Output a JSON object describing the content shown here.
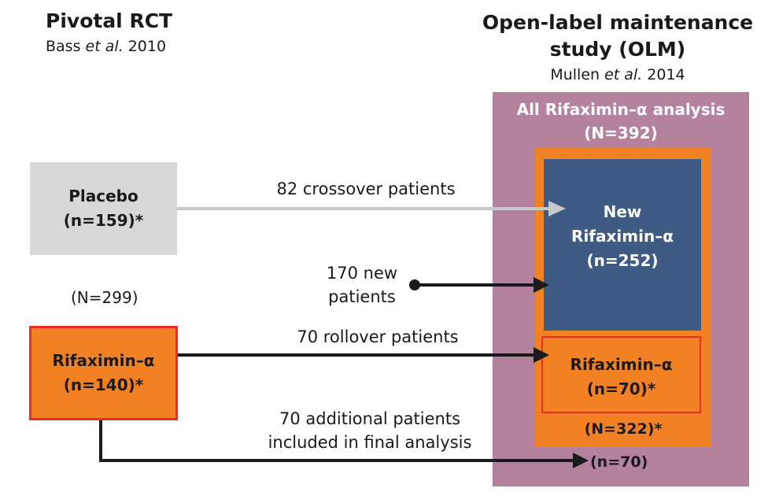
{
  "left_header": {
    "title": "Pivotal RCT",
    "subtitle_author": "Bass ",
    "subtitle_etal": "et al.",
    "subtitle_year": " 2010"
  },
  "right_header": {
    "title_line1": "Open-label maintenance",
    "title_line2": "study (OLM)",
    "subtitle_author": "Mullen ",
    "subtitle_etal": "et al.",
    "subtitle_year": " 2014"
  },
  "olm": {
    "all_label_line1": "All Rifaximin–α analysis",
    "all_label_line2": "(N=392)",
    "new_line1": "New",
    "new_line2": "Rifaximin–α",
    "new_line3": "(n=252)",
    "rif_line1": "Rifaximin–α",
    "rif_line2": "(n=70)*",
    "total_322": "(N=322)*",
    "n70": "(n=70)"
  },
  "rct": {
    "placebo_line1": "Placebo",
    "placebo_line2": "(n=159)*",
    "total": "(N=299)",
    "rif_line1": "Rifaximin–α",
    "rif_line2": "(n=140)*"
  },
  "flows": {
    "crossover": "82 crossover patients",
    "new_line1": "170 new",
    "new_line2": "patients",
    "rollover": "70 rollover patients",
    "additional_line1": "70 additional patients",
    "additional_line2": "included in final analysis"
  },
  "colors": {
    "olm_region": "#b5829d",
    "orange": "#f28123",
    "navy": "#3e5b84",
    "red_border": "#ee2b24",
    "placebo_grey": "#d7d7d7",
    "arrow_grey": "#c8c8c8",
    "arrow_dark": "#1a1a1a"
  }
}
